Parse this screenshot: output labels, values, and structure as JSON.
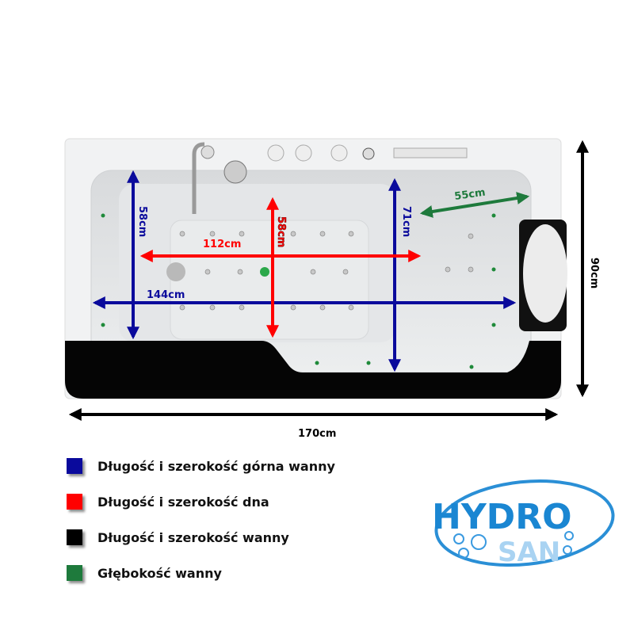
{
  "dimensions": {
    "top_length": "144cm",
    "top_width": "58cm",
    "top_width_right": "71cm",
    "bottom_length": "112cm",
    "bottom_width": "58cm",
    "depth": "55cm",
    "total_length": "170cm",
    "total_width": "90cm"
  },
  "legend": [
    {
      "label": "Długość i szerokość górna wanny",
      "color": "#0a0a9c"
    },
    {
      "label": "Długość i szerokość dna",
      "color": "#ff0000"
    },
    {
      "label": "Długość i szerokość wanny",
      "color": "#000000"
    },
    {
      "label": "Głębokość wanny",
      "color": "#1e7a3c"
    }
  ],
  "logo": {
    "line1": "HYDRO",
    "line2": "SAN"
  }
}
